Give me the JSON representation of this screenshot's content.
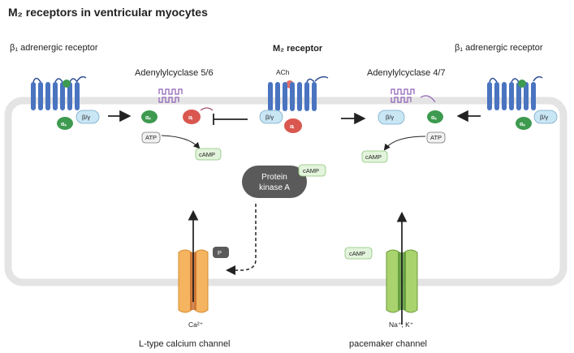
{
  "title": "M₂ receptors in ventricular myocytes",
  "labels": {
    "beta1_left": "β₁ adrenergic receptor",
    "beta1_right": "β₁ adrenergic receptor",
    "m2_receptor": "M₂ receptor",
    "ach": "ACh",
    "ac56": "Adenylylcyclase 5/6",
    "ac47": "Adenylylcyclase 4/7",
    "pka_line1": "Protein",
    "pka_line2": "kinase A",
    "ltype": "L-type calcium channel",
    "pacemaker": "pacemaker channel",
    "ca": "Ca²⁺",
    "na_k": "Na⁺, K⁺"
  },
  "tags": {
    "beta_gamma": "β/γ",
    "atp": "ATP",
    "camp": "cAMP",
    "p": "P"
  },
  "subunits": {
    "alpha_s": "αₛ",
    "alpha_i": "αᵢ"
  },
  "colors": {
    "receptor_blue": "#4a74c0",
    "alpha_s_green": "#3d9a4f",
    "alpha_i_red": "#d9574f",
    "bg_tag_blue": "#c9e6f5",
    "camp_green": "#e3f4dc",
    "pka_gray": "#5a5a5a",
    "ca_channel": "#f4b460",
    "pacemaker_channel": "#a9d36d",
    "membrane": "#e6e6e6",
    "adenylyl_purple": "#8f5fb6"
  }
}
